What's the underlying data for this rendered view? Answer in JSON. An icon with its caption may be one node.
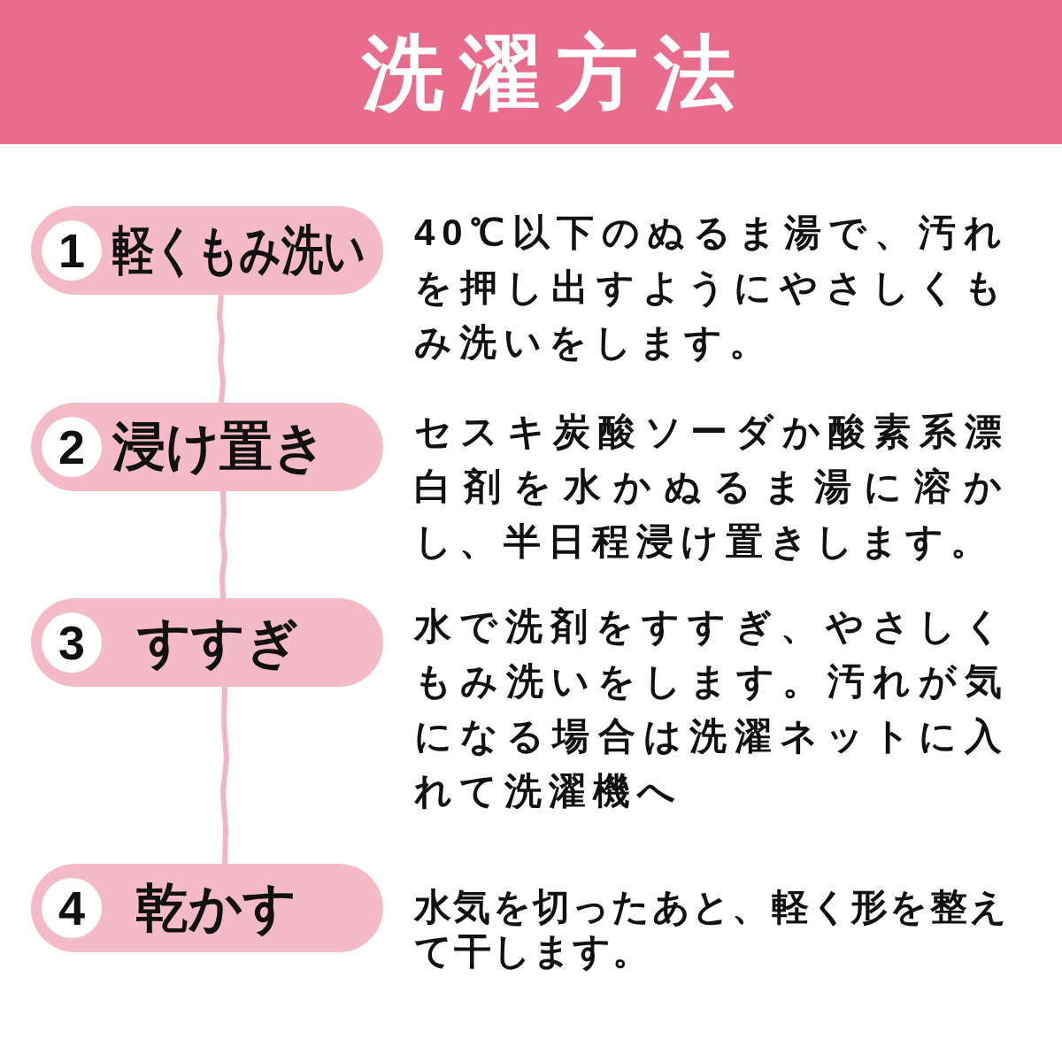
{
  "diagram": {
    "title": "洗濯方法",
    "nodes": [
      {
        "text": [
          "軽くもみ洗い"
        ],
        "beside": [
          "40℃以下のぬるま湯で、汚れを押し出すようにやさしくもみ洗いをします。"
        ]
      },
      {
        "text": [
          "1"
        ],
        "in": 0
      },
      {
        "text": [
          "浸け置き"
        ],
        "beside": [
          "セスキ炭酸ソーダか酸素系漂白剤を水かぬるま湯に溶かし、半日程浸け置きします。"
        ]
      },
      {
        "text": [
          "2"
        ],
        "in": 2
      },
      {
        "text": [
          "すすぎ"
        ],
        "beside": [
          "水で洗剤をすすぎ、やさしくもみ洗いをします。汚れが気になる場合は洗濯ネットに入れて洗濯機へ"
        ]
      },
      {
        "text": [
          "3"
        ],
        "in": 4
      },
      {
        "text": [
          "乾かす"
        ],
        "beside": [
          "水気を切ったあと、軽く形を整えて干します。"
        ]
      },
      {
        "text": [
          "4"
        ],
        "in": 6
      }
    ],
    "edges": [
      {
        "from": 0,
        "to": 2,
        "arrow": "none"
      },
      {
        "from": 2,
        "to": 4,
        "arrow": "none"
      },
      {
        "from": 4,
        "to": 6,
        "arrow": "none"
      }
    ]
  }
}
